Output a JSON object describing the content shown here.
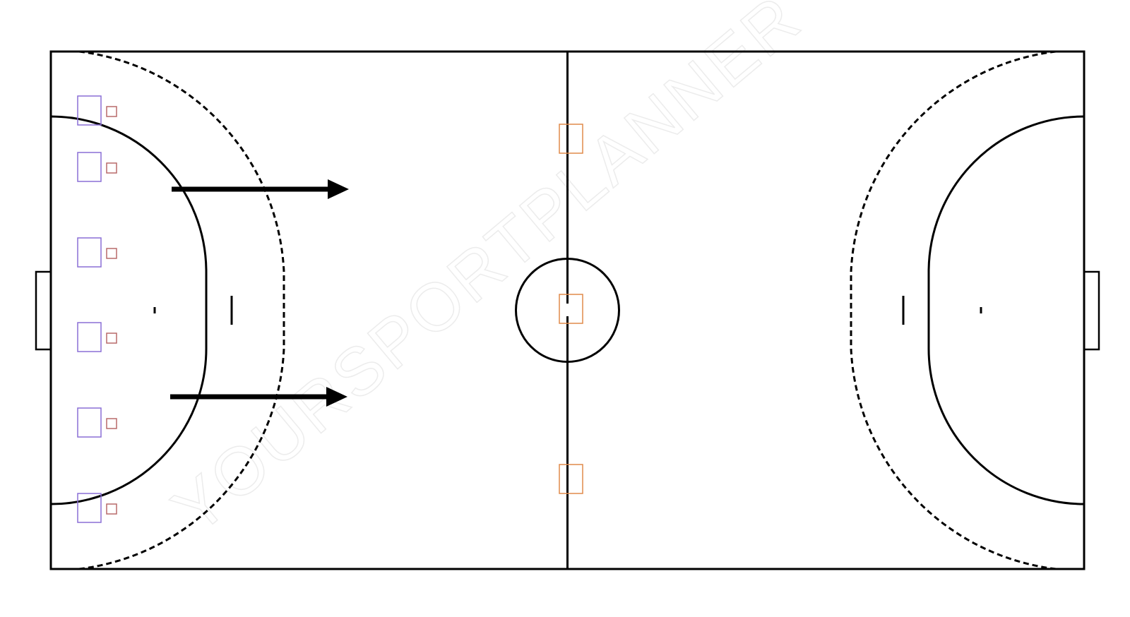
{
  "watermark": "YOURSPORTPLANNER",
  "colors": {
    "lines": "#000000",
    "player_large": "#8a6fd6",
    "player_small": "#b86a6a",
    "cone": "#e08a4a",
    "watermark": "#ececec"
  },
  "icons": {
    "player_large": "square-outline-icon",
    "player_small": "square-outline-icon",
    "cone": "square-outline-icon",
    "arrow": "arrow-right-icon"
  },
  "counts": {
    "player_pairs": 6,
    "cones": 3,
    "arrows": 2
  }
}
